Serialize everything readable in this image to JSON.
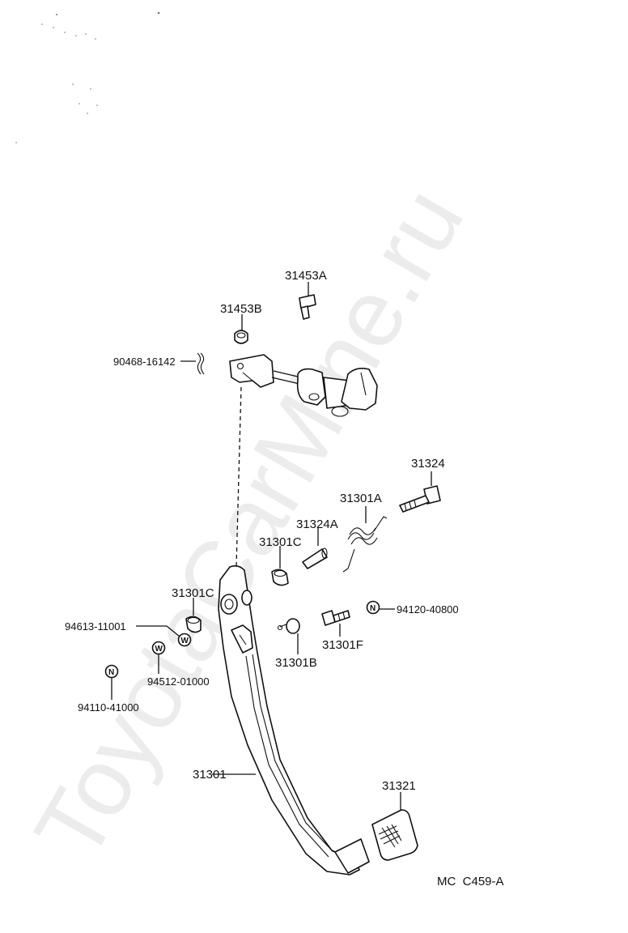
{
  "diagram": {
    "drawing_code": "MC  C459-A",
    "watermark": "ToyotaCarMine.ru",
    "parts": {
      "p31453A": "31453A",
      "p31453B": "31453B",
      "p90468": "90468-16142",
      "p31324": "31324",
      "p31301A": "31301A",
      "p31324A": "31324A",
      "p31301C_upper": "31301C",
      "p31301C_lower": "31301C",
      "p94613": "94613-11001",
      "p94512": "94512-01000",
      "p94110": "94110-41000",
      "p94120": "94120-40800",
      "p31301F": "31301F",
      "p31301B": "31301B",
      "p31301": "31301",
      "p31321": "31321"
    },
    "markers": {
      "nut": "N",
      "washer": "W"
    }
  }
}
